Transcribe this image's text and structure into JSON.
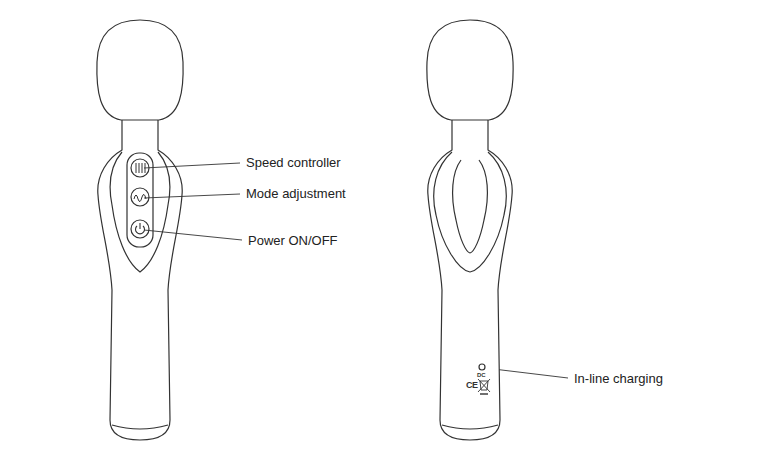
{
  "diagram": {
    "labels": [
      "Speed controller",
      "Mode adjustment",
      "Power ON/OFF",
      "In-line charging",
      "DC",
      "CE"
    ]
  }
}
